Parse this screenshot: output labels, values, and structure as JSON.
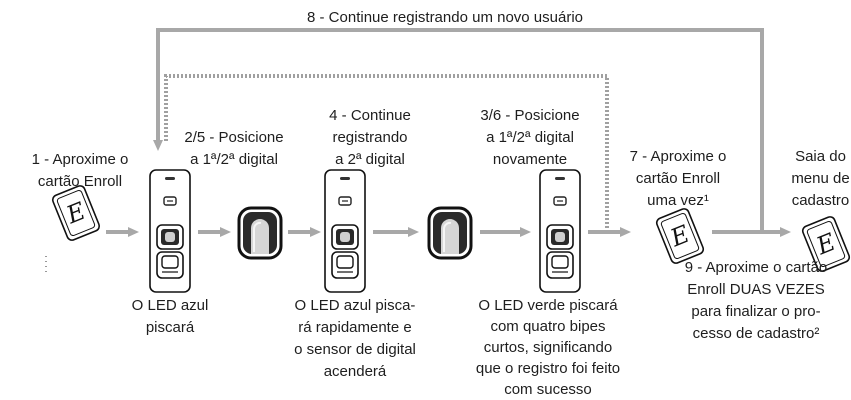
{
  "loop": {
    "restart_label": "8 - Continue registrando um novo usuário"
  },
  "steps": {
    "approach_card": [
      "1 - Aproxime o",
      "cartão Enroll"
    ],
    "position_finger": [
      "2/5 - Posicione",
      "a 1ª/2ª digital"
    ],
    "continue_enroll": [
      "4 - Continue",
      "registrando",
      "a 2ª digital"
    ],
    "reposition_finger": [
      "3/6 - Posicione",
      "a 1ª/2ª digital",
      "novamente"
    ],
    "approach_card_once": [
      "7 - Aproxime o",
      "cartão Enroll",
      "uma vez¹"
    ],
    "exit_menu": [
      "Saia do",
      "menu de",
      "cadastro"
    ]
  },
  "notes": {
    "led_blue": [
      "O LED azul",
      "piscará"
    ],
    "led_blue_fast": [
      "O LED azul pisca-",
      "rá rapidamente e",
      "o sensor de digital",
      "acenderá"
    ],
    "led_green": [
      "O LED verde piscará",
      "com quatro bipes",
      "curtos, significando",
      "que o registro foi feito",
      "com sucesso"
    ],
    "approach_twice": [
      "9 - Aproxime o cartão",
      "Enroll DUAS VEZES",
      "para finalizar o pro-",
      "cesso de cadastro²"
    ]
  },
  "icons": {
    "card": "enroll-card-icon",
    "reader": "fingerprint-reader-icon",
    "finger": "finger-on-sensor-icon"
  },
  "card_letter": "E",
  "colors": {
    "arrow": "#a8a8a8",
    "text": "#1e1e1e",
    "outline": "#111111"
  }
}
